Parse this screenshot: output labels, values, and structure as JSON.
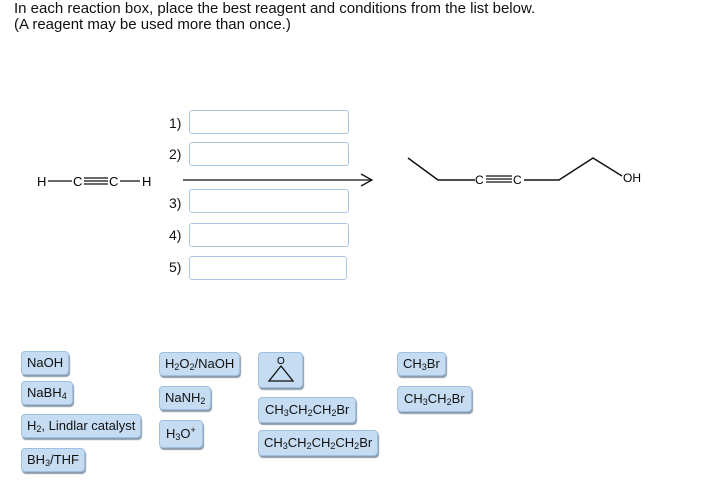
{
  "instructions": {
    "line1": "In each reaction box, place the best reagent and conditions from the list below.",
    "line2": "(A reagent may be used more than once.)"
  },
  "starting_material": {
    "h_left": "H",
    "c1": "C",
    "c2": "C",
    "h_right": "H"
  },
  "product": {
    "c1": "C",
    "c2": "C",
    "oh": "OH"
  },
  "steps": [
    "1)",
    "2)",
    "3)",
    "4)",
    "5)"
  ],
  "reagents": {
    "naoh": "NaOH",
    "nabh4": {
      "a": "NaBH",
      "b": "4"
    },
    "h2": {
      "a": "H",
      "b": "2",
      "c": ", Lindlar catalyst"
    },
    "bh3": {
      "a": "BH",
      "b": "3",
      "c": "/THF"
    },
    "h2o2": {
      "a": "H",
      "b": "2",
      "c": "O",
      "d": "2",
      "e": "/NaOH"
    },
    "nanh2": {
      "a": "NaNH",
      "b": "2"
    },
    "h3o": {
      "a": "H",
      "b": "3",
      "c": "O",
      "d": "+"
    },
    "epoxide": {
      "o": "O"
    },
    "ch3ch2ch2br": {
      "a": "CH",
      "b": "3",
      "c": "CH",
      "d": "2",
      "e": "CH",
      "f": "2",
      "g": "Br"
    },
    "ch3ch2ch2ch2br": {
      "a": "CH",
      "b": "3",
      "c": "CH",
      "d": "2",
      "e": "CH",
      "f": "2",
      "g": "CH",
      "h": "2",
      "i": "Br"
    },
    "ch3br": {
      "a": "CH",
      "b": "3",
      "c": "Br"
    },
    "ch3ch2br": {
      "a": "CH",
      "b": "3",
      "c": "CH",
      "d": "2",
      "e": "Br"
    }
  }
}
